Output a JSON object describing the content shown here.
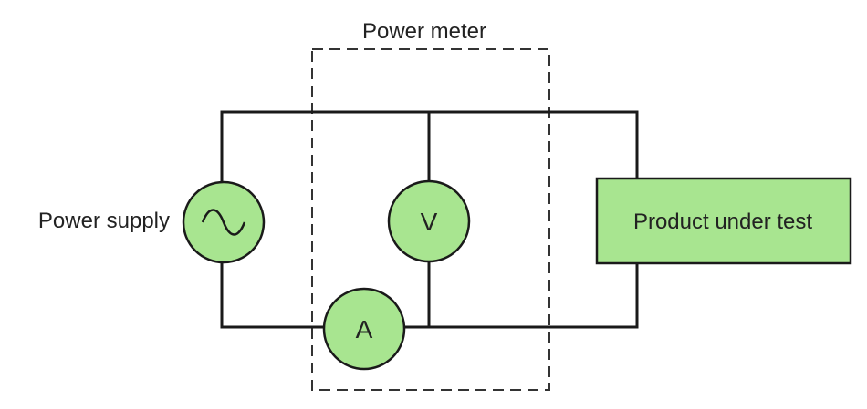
{
  "labels": {
    "power_meter": "Power meter",
    "power_supply": "Power supply",
    "voltmeter": "V",
    "ammeter": "A",
    "product_under_test": "Product under test"
  },
  "icons": {
    "ac_source": "sine-wave-icon"
  },
  "colors": {
    "component_fill": "#a8e590",
    "wire": "#1a1a1a",
    "text": "#222222",
    "meter_box": "#333333"
  }
}
